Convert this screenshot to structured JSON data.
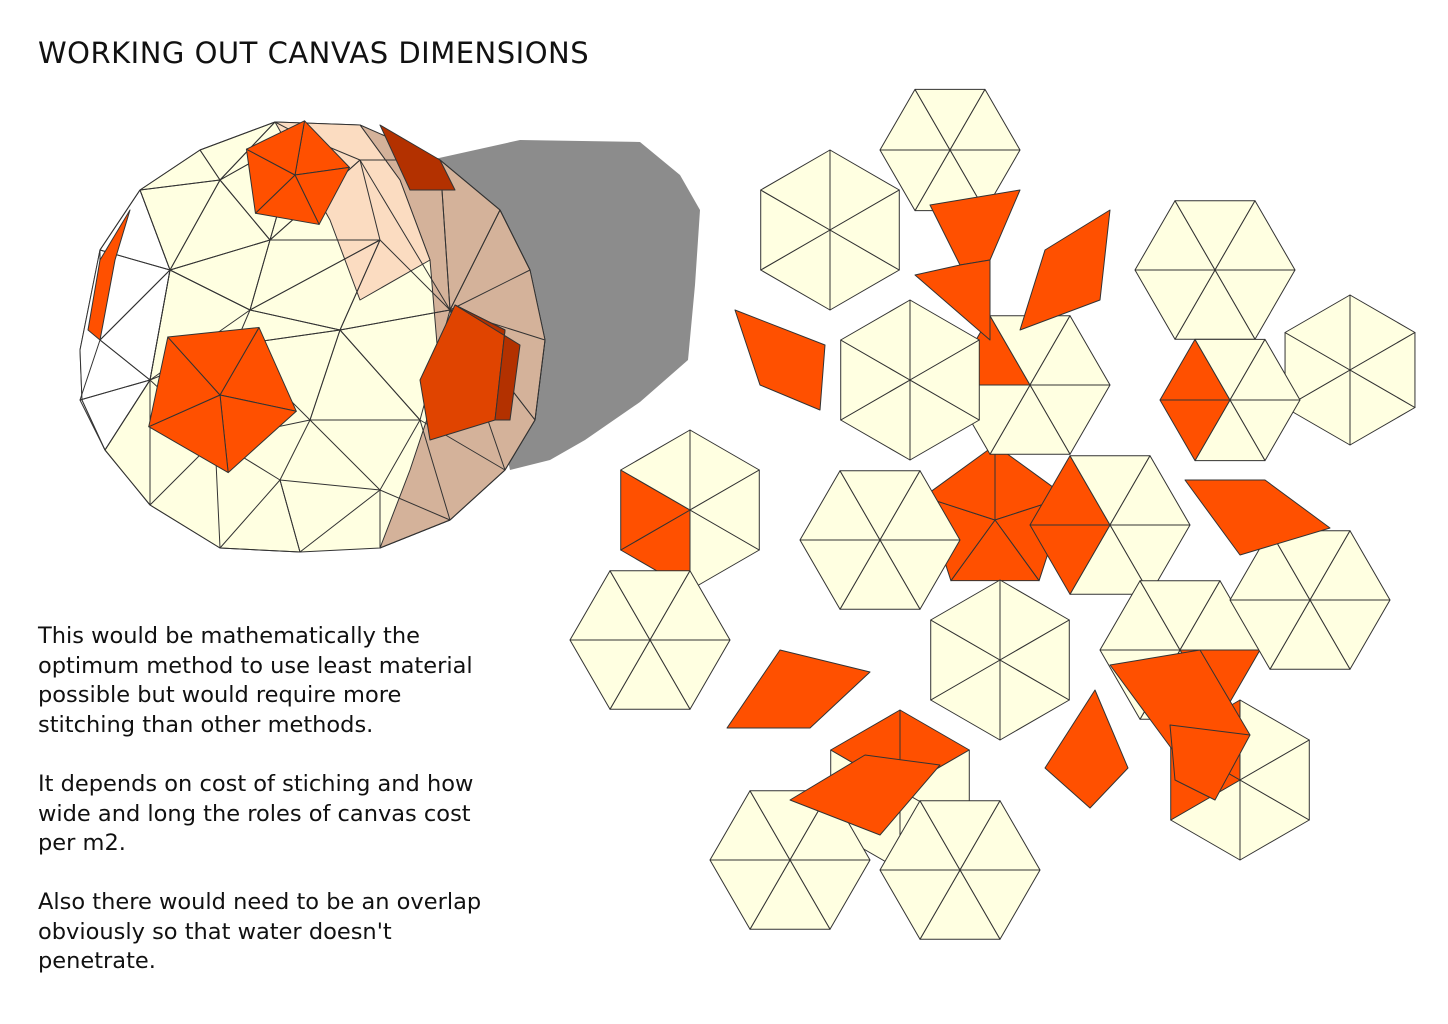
{
  "page": {
    "title": "WORKING OUT CANVAS DIMENSIONS",
    "paragraphs": [
      "This would be mathematically the\noptimum method to use least material\npossible but would require more\nstitching than other methods.",
      "It depends on cost of stiching and how\nwide and long the roles of canvas cost\nper m2.",
      "Also there would need to be an overlap\nobviously so that water doesn't\npenetrate."
    ]
  },
  "colors": {
    "orange": "#ff5000",
    "orange_shade": "#e04400",
    "orange_dark": "#b33100",
    "cream": "#ffffe1",
    "shadow": "#8c8c8c",
    "edge": "#333333",
    "tan": "#d4b29a",
    "peach": "#fbdcc1"
  }
}
